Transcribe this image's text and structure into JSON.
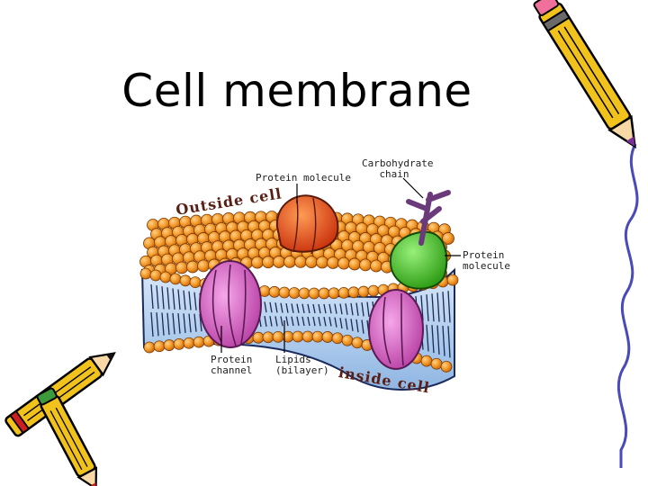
{
  "slide": {
    "title": "Cell membrane"
  },
  "diagram": {
    "region_outside": "Outside cell",
    "region_inside": "inside cell",
    "labels": {
      "protein_molecule_top": "Protein molecule",
      "carbohydrate_line1": "Carbohydrate",
      "carbohydrate_line2": "chain",
      "protein_molecule_right_line1": "Protein",
      "protein_molecule_right_line2": "molecule",
      "protein_channel_line1": "Protein",
      "protein_channel_line2": "channel",
      "lipids_line1": "Lipids",
      "lipids_line2": "(bilayer)"
    }
  },
  "colors": {
    "phospholipid_head": "#f39a28",
    "tail_fill": "#b9d3ef",
    "protein_channel": "#d566c4",
    "protein_top": "#e8501c",
    "protein_right": "#3fc421",
    "carbohydrate": "#6b3a7a",
    "pencil_body": "#f2c21c",
    "side_border": "#4a4ab8"
  }
}
